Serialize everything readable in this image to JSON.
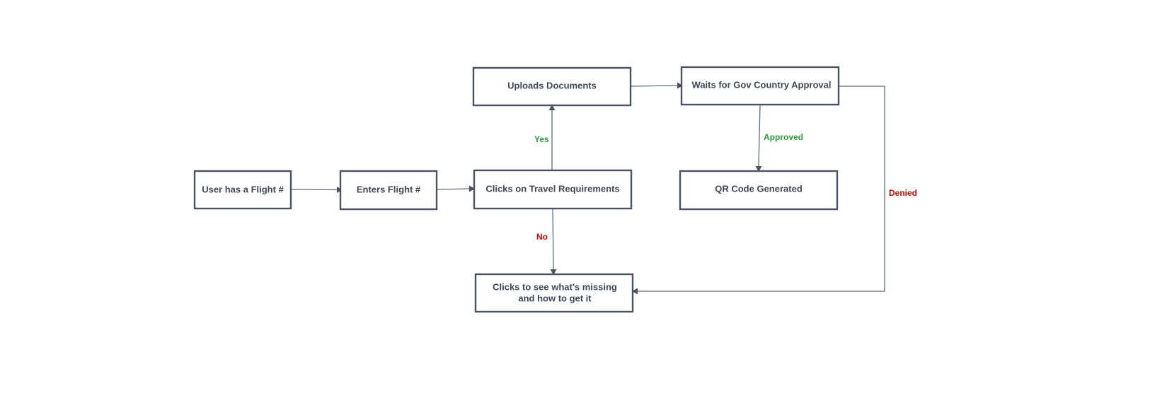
{
  "colors": {
    "node_border": "#4b5262",
    "node_text": "#3f4656",
    "edge": "#636b7b",
    "label_yes": "#2e9e3a",
    "label_no": "#d40000"
  },
  "nodes": {
    "flight": "User has a Flight #",
    "enters": "Enters Flight #",
    "travel": "Clicks on Travel Requirements",
    "uploads": "Uploads Documents",
    "waits": "Waits for Gov Country Approval",
    "qr": "QR Code Generated",
    "missing_line1": "Clicks to see what's missing",
    "missing_line2": "and how to get it"
  },
  "edge_labels": {
    "yes": "Yes",
    "no": "No",
    "approved": "Approved",
    "denied": "Denied"
  }
}
